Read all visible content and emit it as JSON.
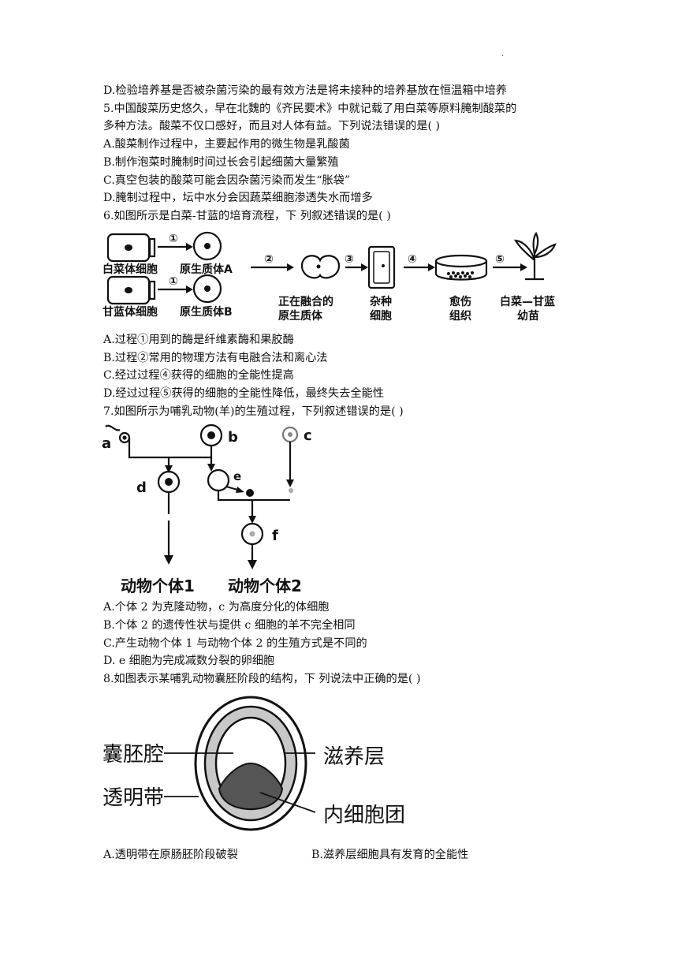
{
  "header": {
    "mark": "·"
  },
  "lines": {
    "q4d": "D.检验培养基是否被杂菌污染的最有效方法是将未接种的培养基放在恒温箱中培养",
    "q5a": "5.中国酸菜历史悠久，早在北魏的《齐民要术》中就记载了用白菜等原料腌制酸菜的",
    "q5b": "多种方法。酸菜不仅口感好，而且对人体有益。下列说法错误的是( )",
    "q5A": "A.酸菜制作过程中，主要起作用的微生物是乳酸菌",
    "q5B": "B.制作泡菜时腌制时间过长会引起细菌大量繁殖",
    "q5C": "C.真空包装的酸菜可能会因杂菌污染而发生“胀袋”",
    "q5D": "D.腌制过程中，坛中水分会因蔬菜细胞渗透失水而增多",
    "q6": "6.如图所示是白菜-甘蓝的培育流程，下  列叙述错误的是(    )",
    "q6A": "A.过程①用到的酶是纤维素酶和果胶酶",
    "q6B": "B.过程②常用的物理方法有电融合法和离心法",
    "q6C": "C.经过过程④获得的细胞的全能性提高",
    "q6D": "D.经过过程⑤获得的细胞的全能性降低，最终失去全能性",
    "q7": "7.如图所示为哺乳动物(羊)的生殖过程，下列叙述错误的是(    )",
    "q7A": "A.个体 2 为克隆动物，c 为高度分化的体细胞",
    "q7B": "B.个体 2 的遗传性状与提供 c 细胞的羊不完全相同",
    "q7C": "C.产生动物个体 1 与动物个体 2 的生殖方式是不同的",
    "q7D": "D. e 细胞为完成减数分裂的卵细胞",
    "q8": "8.如图表示某哺乳动物囊胚阶段的结构，下  列说法中正确的是( )",
    "q8A": "A.透明带在原肠胚阶段破裂",
    "q8B": "B.滋养层细胞具有发育的全能性"
  },
  "fig6": {
    "cabbage_cell": "白菜体细胞",
    "protoplast_a": "原生质体A",
    "kale_cell": "甘蓝体细胞",
    "protoplast_b": "原生质体B",
    "fusing_1": "正在融合的",
    "fusing_2": "原生质体",
    "hybrid_1": "杂种",
    "hybrid_2": "细胞",
    "callus_1": "愈伤",
    "callus_2": "组织",
    "seedling_1": "白菜—甘蓝",
    "seedling_2": "幼苗",
    "step1": "①",
    "step2": "②",
    "step3": "③",
    "step4": "④",
    "step5": "⑤"
  },
  "fig7": {
    "a": "a",
    "b": "b",
    "c": "c",
    "d": "d",
    "e": "e",
    "f": "f",
    "animal1": "动物个体1",
    "animal2": "动物个体2"
  },
  "fig8": {
    "cavity": "囊胚腔",
    "zona": "透明带",
    "trophoblast": "滋养层",
    "icm": "内细胞团"
  }
}
